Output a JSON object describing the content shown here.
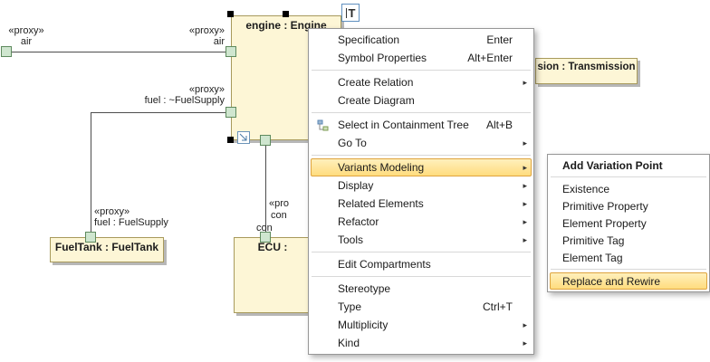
{
  "diagram": {
    "engine_title": "engine : Engine",
    "fueltank_title": "FuelTank : FuelTank",
    "ecu_title": "ECU :",
    "transmission_title": "sion : Transmission",
    "rename_button": "T",
    "labels": {
      "air_src": {
        "stereo": "«proxy»",
        "name": "air"
      },
      "air_dst": {
        "stereo": "«proxy»",
        "name": "air"
      },
      "fuel_engine": {
        "stereo": "«proxy»",
        "name": "fuel : ~FuelSupply"
      },
      "fuel_tank": {
        "stereo": "«proxy»",
        "name": "fuel : FuelSupply"
      },
      "ctrl_a_stereo": "«pro",
      "ctrl_a_name": "con",
      "ctrl_b_name": "con"
    }
  },
  "menu": {
    "items": [
      {
        "label": "Specification",
        "shortcut": "Enter"
      },
      {
        "label": "Symbol Properties",
        "shortcut": "Alt+Enter"
      },
      {
        "label": "Create Relation"
      },
      {
        "label": "Create Diagram"
      },
      {
        "label": "Select in Containment Tree",
        "shortcut": "Alt+B"
      },
      {
        "label": "Go To"
      },
      {
        "label": "Variants Modeling"
      },
      {
        "label": "Display"
      },
      {
        "label": "Related Elements"
      },
      {
        "label": "Refactor"
      },
      {
        "label": "Tools"
      },
      {
        "label": "Edit Compartments"
      },
      {
        "label": "Stereotype"
      },
      {
        "label": "Type",
        "shortcut": "Ctrl+T"
      },
      {
        "label": "Multiplicity"
      },
      {
        "label": "Kind"
      }
    ]
  },
  "submenu": {
    "items": [
      {
        "label": "Add Variation Point"
      },
      {
        "label": "Existence"
      },
      {
        "label": "Primitive Property"
      },
      {
        "label": "Element Property"
      },
      {
        "label": "Primitive Tag"
      },
      {
        "label": "Element Tag"
      },
      {
        "label": "Replace and Rewire"
      }
    ]
  },
  "colors": {
    "block_fill": "#FDF6D6",
    "block_border": "#A89A5C",
    "port_fill": "#CFE6CF",
    "port_border": "#5E8A5E",
    "highlight_top": "#FFF0BC",
    "highlight_bottom": "#FFDC7E",
    "highlight_border": "#DFA43D"
  }
}
